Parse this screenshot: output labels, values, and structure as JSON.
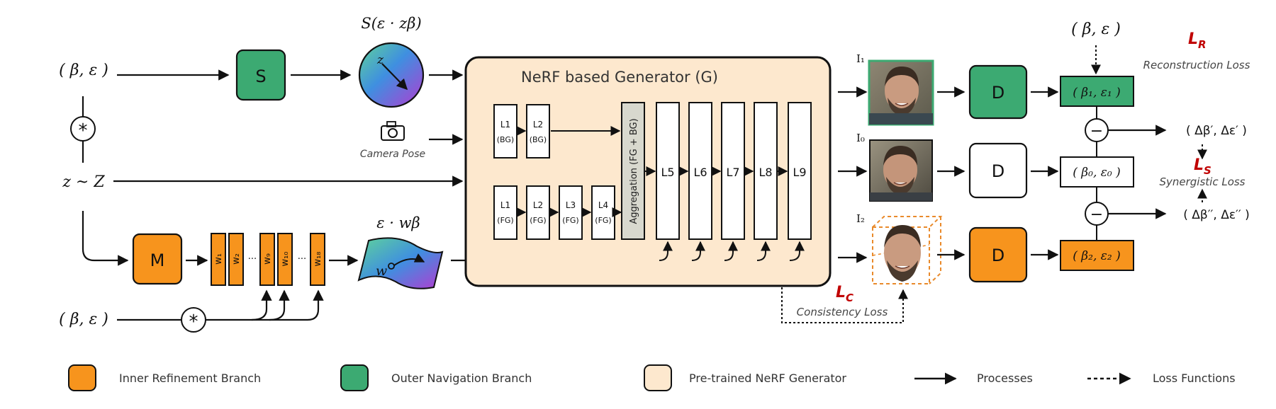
{
  "inputs": {
    "beta_eps_top": "( β, ε )",
    "beta_eps_bottom": "( β, ε )",
    "beta_eps_right": "( β, ε )",
    "z_sampling": "z ~ Z",
    "star_symbol": "*"
  },
  "modules": {
    "s": "S",
    "m": "M",
    "d1": "D",
    "d0": "D",
    "d2": "D"
  },
  "s_output_label": "S(ε · zβ)",
  "sphere_z": "z",
  "camera_pose": "Camera Pose",
  "w_output_label": "ε · wβ",
  "w_sheet_label": "w",
  "w_latents": {
    "w1": "w₁",
    "w2": "w₂",
    "w9": "w₉",
    "w10": "w₁₀",
    "w18": "w₁₈",
    "dots": "···"
  },
  "generator": {
    "title": "NeRF based Generator (G)",
    "bg_layers": [
      {
        "top": "L1",
        "bottom": "(BG)"
      },
      {
        "top": "L2",
        "bottom": "(BG)"
      }
    ],
    "fg_layers": [
      {
        "top": "L1",
        "bottom": "(FG)"
      },
      {
        "top": "L2",
        "bottom": "(FG)"
      },
      {
        "top": "L3",
        "bottom": "(FG)"
      },
      {
        "top": "L4",
        "bottom": "(FG)"
      }
    ],
    "aggregation": "Aggregation (FG + BG)",
    "upper_layers": [
      "L5",
      "L6",
      "L7",
      "L8",
      "L9"
    ]
  },
  "images": {
    "i1": "I₁",
    "i0": "I₀",
    "i2": "I₂"
  },
  "params": {
    "p1": "( β₁, ε₁ )",
    "p0": "( β₀, ε₀ )",
    "p2": "( β₂, ε₂ )"
  },
  "diffs": {
    "d1": "( Δβ′, Δε′ )",
    "d2": "( Δβ′′, Δε′′ )",
    "minus": "−"
  },
  "losses": {
    "lr_main": "L",
    "lr_sub": "R",
    "lr_name": "Reconstruction Loss",
    "ls_main": "L",
    "ls_sub": "S",
    "ls_name": "Synergistic Loss",
    "lc_main": "L",
    "lc_sub": "C",
    "lc_name": "Consistency Loss"
  },
  "legend": {
    "inner": "Inner Refinement Branch",
    "outer": "Outer Navigation Branch",
    "pretrained": "Pre-trained NeRF Generator",
    "processes": "Processes",
    "loss_functions": "Loss Functions"
  },
  "colors": {
    "orange": "#F7941D",
    "green": "#3CAA72",
    "cream": "#FDE8CE",
    "aggregation_gray": "#D8D8CE",
    "loss_red": "#C00000",
    "stroke": "#111111"
  }
}
